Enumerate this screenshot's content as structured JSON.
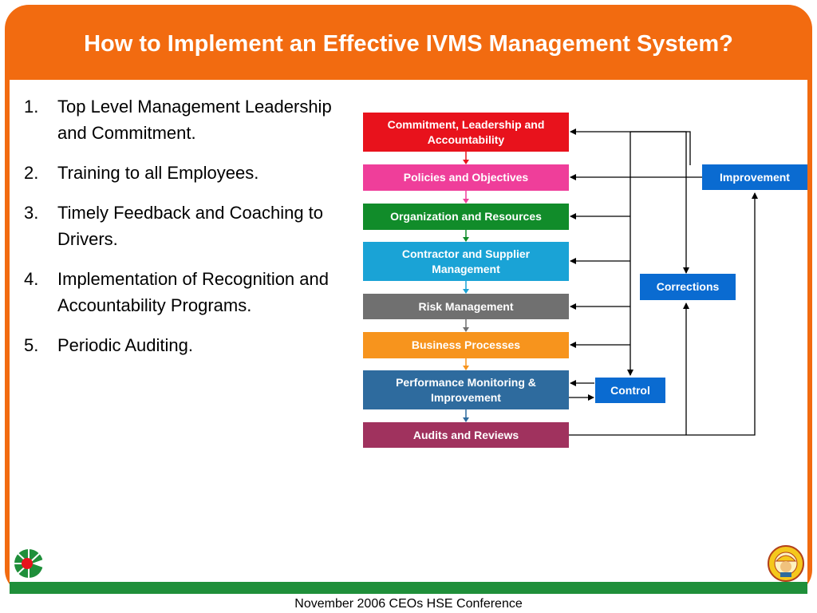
{
  "title": "How to Implement an Effective IVMS Management System?",
  "steps": [
    {
      "num": "1.",
      "text": "Top Level Management Leadership and Commitment."
    },
    {
      "num": "2.",
      "text": "Training to all Employees."
    },
    {
      "num": "3.",
      "text": "Timely Feedback and Coaching to Drivers."
    },
    {
      "num": "4.",
      "text": "Implementation of Recognition and Accountability Programs."
    },
    {
      "num": "5.",
      "text": "Periodic Auditing."
    }
  ],
  "flow": [
    {
      "label": "Commitment, Leadership and Accountability",
      "color": "#e8121c"
    },
    {
      "label": "Policies and Objectives",
      "color": "#ef3e9a"
    },
    {
      "label": "Organization and Resources",
      "color": "#118c2a"
    },
    {
      "label": "Contractor and Supplier Management",
      "color": "#1aa3d6"
    },
    {
      "label": "Risk Management",
      "color": "#707070"
    },
    {
      "label": "Business Processes",
      "color": "#f7941d"
    },
    {
      "label": "Performance Monitoring & Improvement",
      "color": "#2e6b9e"
    },
    {
      "label": "Audits and Reviews",
      "color": "#a0325e"
    }
  ],
  "feedback": {
    "improvement": "Improvement",
    "corrections": "Corrections",
    "control": "Control",
    "color": "#0a6bd1"
  },
  "footer": "November 2006 CEOs HSE Conference",
  "theme": {
    "frame": "#f26b10",
    "band": "#1f8f3a"
  }
}
